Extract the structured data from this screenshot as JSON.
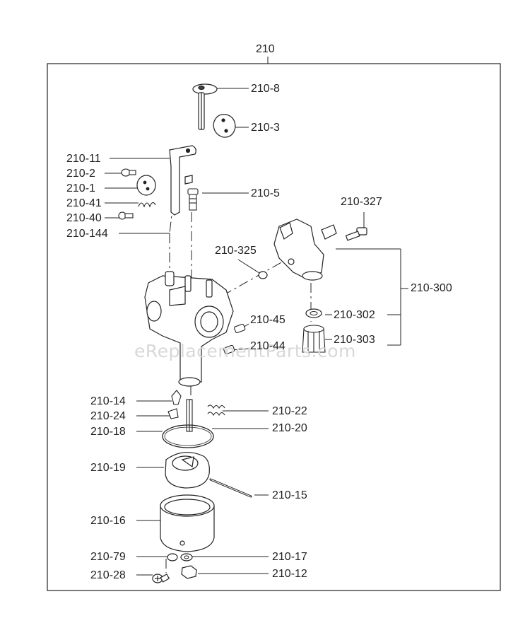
{
  "title_ref": "210",
  "watermark": "eReplacementParts.com",
  "labels": {
    "l_210_8": "210-8",
    "l_210_3": "210-3",
    "l_210_11": "210-11",
    "l_210_2": "210-2",
    "l_210_1": "210-1",
    "l_210_41": "210-41",
    "l_210_40": "210-40",
    "l_210_144": "210-144",
    "l_210_5": "210-5",
    "l_210_327": "210-327",
    "l_210_325": "210-325",
    "l_210_300": "210-300",
    "l_210_45": "210-45",
    "l_210_302": "210-302",
    "l_210_303": "210-303",
    "l_210_44": "210-44",
    "l_210_14": "210-14",
    "l_210_24": "210-24",
    "l_210_18": "210-18",
    "l_210_22": "210-22",
    "l_210_20": "210-20",
    "l_210_19": "210-19",
    "l_210_15": "210-15",
    "l_210_16": "210-16",
    "l_210_79": "210-79",
    "l_210_17": "210-17",
    "l_210_28": "210-28",
    "l_210_12": "210-12"
  }
}
